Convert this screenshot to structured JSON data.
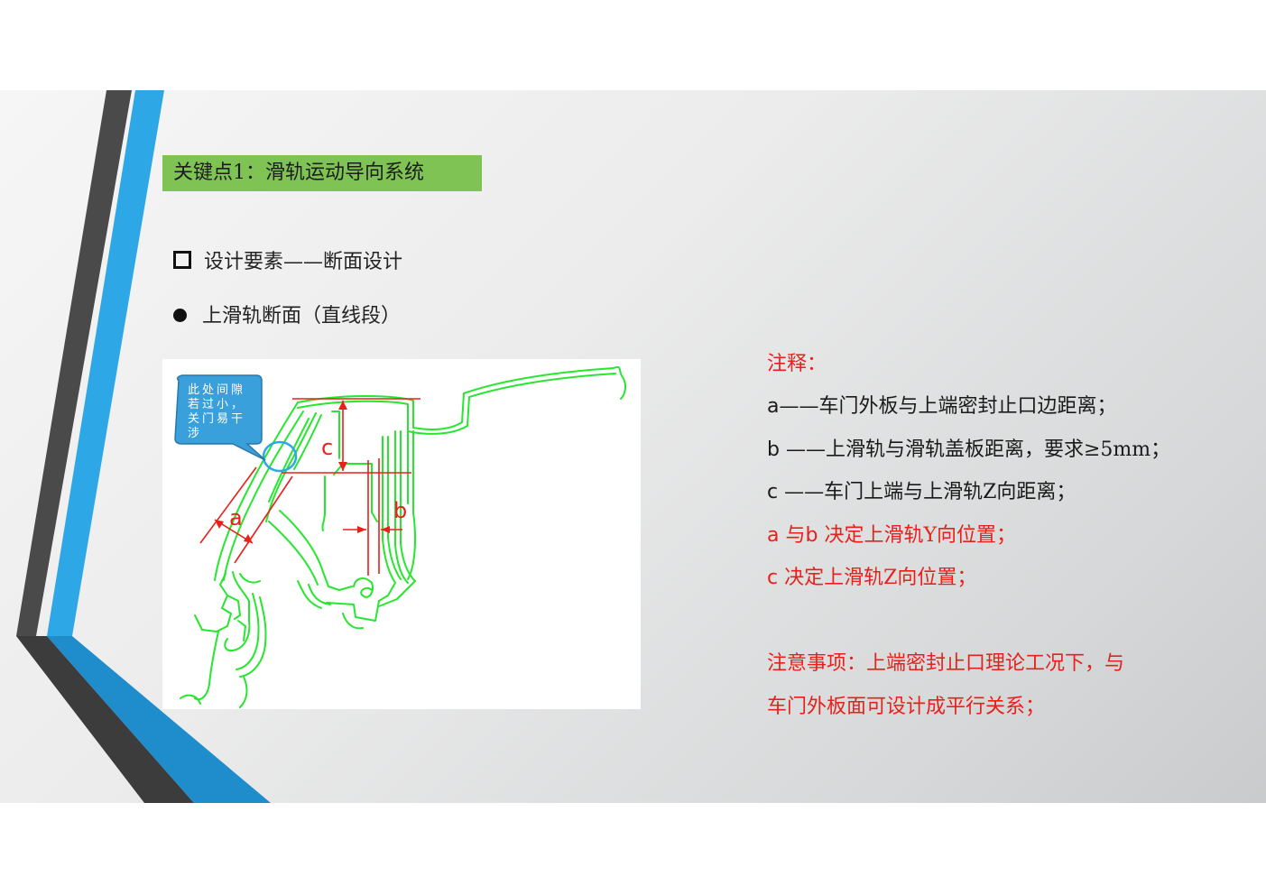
{
  "title": "关键点1：滑轨运动导向系统",
  "bullets": [
    {
      "marker": "hollow-square",
      "text": "设计要素——断面设计"
    },
    {
      "marker": "filled-circle",
      "text": "上滑轨断面（直线段）"
    }
  ],
  "diagram": {
    "callout_text_lines": [
      "此处间隙",
      "若过小，",
      "关门易干",
      "涉"
    ],
    "dimension_labels": {
      "a": "a",
      "b": "b",
      "c": "c"
    },
    "colors": {
      "profile": "#27e62f",
      "dimension": "#e8201a",
      "callout": "#3aa0dc"
    }
  },
  "notes": {
    "heading": "注释：",
    "lines": [
      {
        "prefix": "a",
        "text": "——车门外板与上端密封止口边距离；",
        "color": "dark"
      },
      {
        "prefix": "b ",
        "text": "——上滑轨与滑轨盖板距离，要求≥5mm；",
        "color": "dark"
      },
      {
        "prefix": "c ",
        "text": "——车门上端与上滑轨Z向距离；",
        "color": "dark"
      },
      {
        "prefix": "a 与b ",
        "text": "决定上滑轨Y向位置；",
        "color": "red"
      },
      {
        "prefix": "c ",
        "text": "决定上滑轨Z向位置；",
        "color": "red"
      }
    ],
    "attention_line1": "注意事项：上端密封止口理论工况下，与",
    "attention_line2": "车门外板面可设计成平行关系；"
  }
}
